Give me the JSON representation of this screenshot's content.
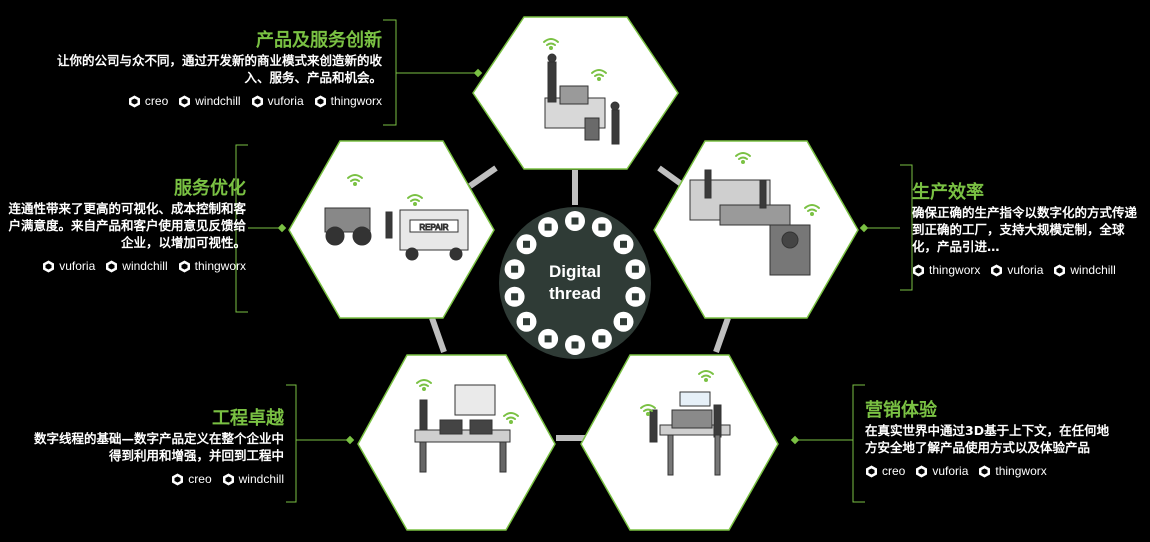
{
  "center": {
    "line1": "Digital",
    "line2": "thread"
  },
  "segments": [
    {
      "title": "产品及服务创新",
      "desc": "让你的公司与众不同，通过开发新的商业模式来创造新的收入、服务、产品和机会。",
      "logos": [
        "creo",
        "windchill",
        "vuforia",
        "thingworx"
      ]
    },
    {
      "title": "服务优化",
      "desc": "连通性带来了更高的可视化、成本控制和客户满意度。来自产品和客户使用意见反馈给企业，以增加可视性。",
      "logos": [
        "vuforia",
        "windchill",
        "thingworx"
      ]
    },
    {
      "title": "生产效率",
      "desc": "确保正确的生产指令以数字化的方式传递到正确的工厂，支持大规模定制，全球化，产品引进…",
      "logos": [
        "thingworx",
        "vuforia",
        "windchill"
      ]
    },
    {
      "title": "工程卓越",
      "desc": "数字线程的基础—数字产品定义在整个企业中得到利用和增强，并回到工程中",
      "logos": [
        "creo",
        "windchill"
      ]
    },
    {
      "title": "营销体验",
      "desc": "在真实世界中通过3D基于上下文，在任何地方安全地了解产品使用方式以及体验产品",
      "logos": [
        "creo",
        "vuforia",
        "thingworx"
      ]
    }
  ],
  "hex_labels": [
    "REPAIR"
  ],
  "colors": {
    "accent": "#7ac143",
    "background": "#000000",
    "hex_fill": "#ffffff",
    "hex_border": "#7ac143",
    "connector": "#bfbfbf",
    "center": "#2f3b36"
  }
}
